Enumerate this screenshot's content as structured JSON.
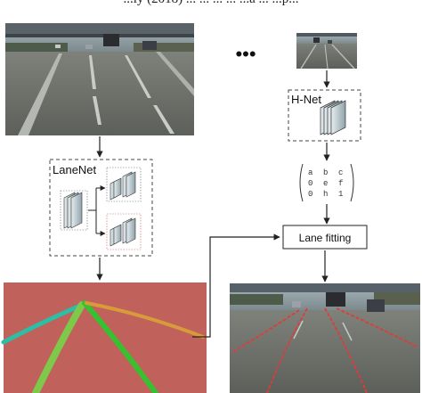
{
  "header_cutoff_text": "...ly (2018) ... ... ... ... ...a ... ...p...",
  "ellipsis": "•••",
  "lanenet": {
    "label": "LaneNet"
  },
  "hnet": {
    "label": "H-Net"
  },
  "matrix": {
    "rows": [
      [
        "a",
        "b",
        "c"
      ],
      [
        "0",
        "e",
        "f"
      ],
      [
        "0",
        "h",
        "1"
      ]
    ]
  },
  "lane_fitting": {
    "label": "Lane fitting"
  },
  "colors": {
    "segmentation_background": "#c0615c",
    "lane_cyan": "#2bbfa6",
    "lane_green": "#36c22f",
    "lane_lightgreen": "#7fc94a",
    "lane_orange": "#d99a3a",
    "fitted_lane_red": "#e23a35"
  }
}
